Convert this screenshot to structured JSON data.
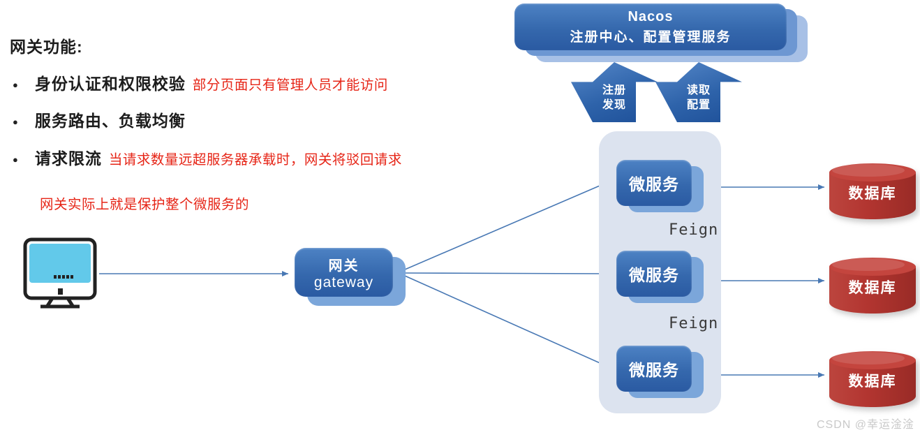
{
  "left_panel": {
    "title": "网关功能:",
    "bullets": [
      {
        "label": "身份认证和权限校验",
        "note": "部分页面只有管理人员才能访问"
      },
      {
        "label": "服务路由、负载均衡",
        "note": ""
      },
      {
        "label": "请求限流",
        "note": "当请求数量远超服务器承载时，网关将驳回请求"
      }
    ],
    "footnote": "网关实际上就是保护整个微服务的"
  },
  "nacos": {
    "line1": "Nacos",
    "line2": "注册中心、配置管理服务"
  },
  "nacos_arrows": [
    {
      "line1": "注册",
      "line2": "发现"
    },
    {
      "line1": "读取",
      "line2": "配置"
    }
  ],
  "gateway": {
    "line1": "网关",
    "line2": "gateway"
  },
  "microservices": [
    {
      "label": "微服务"
    },
    {
      "label": "微服务"
    },
    {
      "label": "微服务"
    }
  ],
  "feign": [
    {
      "label": "Feign"
    },
    {
      "label": "Feign"
    }
  ],
  "databases": [
    {
      "label": "数据库"
    },
    {
      "label": "数据库"
    },
    {
      "label": "数据库"
    }
  ],
  "watermark": {
    "text": "CSDN @幸运淦淦"
  },
  "colors": {
    "box_blue": "#3568ad",
    "box_shadow_mid": "#6d97d2",
    "box_shadow_far": "#a7c0e6",
    "cluster_bg": "#dce3ef",
    "connector_blue": "#4878b4",
    "feign_green": "#9abf5b",
    "database_red": "#b23530",
    "note_red": "#e62517",
    "screen_cyan": "#62c9ea",
    "watermark_gray": "#c9c9c9"
  }
}
